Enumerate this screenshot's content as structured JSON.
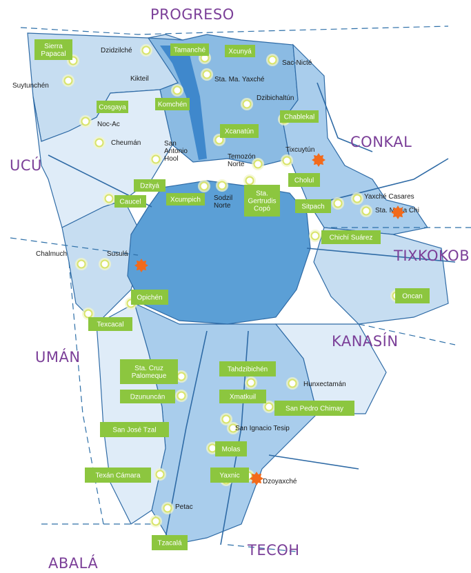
{
  "municipalities": [
    {
      "id": "progreso",
      "label": "PROGRESO"
    },
    {
      "id": "conkal",
      "label": "CONKAL"
    },
    {
      "id": "ucu",
      "label": "UCÚ"
    },
    {
      "id": "tixkokob",
      "label": "TIXKOKOB"
    },
    {
      "id": "kanasin",
      "label": "KANASÍN"
    },
    {
      "id": "uman",
      "label": "UMÁN"
    },
    {
      "id": "abala",
      "label": "ABALÁ"
    },
    {
      "id": "tecoh",
      "label": "TECOH"
    }
  ],
  "localities_highlighted": [
    {
      "id": "sierra-papacal",
      "lines": [
        "Sierra",
        "Papacal"
      ]
    },
    {
      "id": "tamanche",
      "lines": [
        "Tamanché"
      ]
    },
    {
      "id": "xcunya",
      "lines": [
        "Xcunyá"
      ]
    },
    {
      "id": "cosgaya",
      "lines": [
        "Cosgaya"
      ]
    },
    {
      "id": "komchen",
      "lines": [
        "Komchén"
      ]
    },
    {
      "id": "chablekal",
      "lines": [
        "Chablekal"
      ]
    },
    {
      "id": "xcanatun",
      "lines": [
        "Xcanatún"
      ]
    },
    {
      "id": "dzitya",
      "lines": [
        "Dzityá"
      ]
    },
    {
      "id": "caucel",
      "lines": [
        "Caucel"
      ]
    },
    {
      "id": "xcumpich",
      "lines": [
        "Xcumpich"
      ]
    },
    {
      "id": "sta-gertrudis-copo",
      "lines": [
        "Sta.",
        "Gertrudis",
        "Copó"
      ]
    },
    {
      "id": "cholul",
      "lines": [
        "Cholul"
      ]
    },
    {
      "id": "sitpach",
      "lines": [
        "Sitpach"
      ]
    },
    {
      "id": "chichi-suarez",
      "lines": [
        "Chichí Suárez"
      ]
    },
    {
      "id": "opichen",
      "lines": [
        "Opichén"
      ]
    },
    {
      "id": "oncan",
      "lines": [
        "Oncan"
      ]
    },
    {
      "id": "texcacal",
      "lines": [
        "Texcacal"
      ]
    },
    {
      "id": "sta-cruz-palomeque",
      "lines": [
        "Sta. Cruz",
        "Palomeque"
      ]
    },
    {
      "id": "tahdzibichen",
      "lines": [
        "Tahdzibichén"
      ]
    },
    {
      "id": "dzununcan",
      "lines": [
        "Dzununcán"
      ]
    },
    {
      "id": "xmatkuil",
      "lines": [
        "Xmatkuil"
      ]
    },
    {
      "id": "san-pedro-chimay",
      "lines": [
        "San Pedro Chimay"
      ]
    },
    {
      "id": "san-jose-tzal",
      "lines": [
        "San José Tzal"
      ]
    },
    {
      "id": "molas",
      "lines": [
        "Molas"
      ]
    },
    {
      "id": "texan-camara",
      "lines": [
        "Texán Cámara"
      ]
    },
    {
      "id": "yaxnic",
      "lines": [
        "Yaxnic"
      ]
    },
    {
      "id": "tzacala",
      "lines": [
        "Tzacalá"
      ]
    }
  ],
  "localities_plain": [
    {
      "id": "dzidzilche",
      "lines": [
        "Dzidzilché"
      ]
    },
    {
      "id": "kikteil",
      "lines": [
        "Kikteil"
      ]
    },
    {
      "id": "sac-nicte",
      "lines": [
        "Sac-Nicté"
      ]
    },
    {
      "id": "suytunchen",
      "lines": [
        "Suytunchén"
      ]
    },
    {
      "id": "sta-ma-yaxche",
      "lines": [
        "Sta. Ma. Yaxché"
      ]
    },
    {
      "id": "dzibichaltun",
      "lines": [
        "Dzibichaltún"
      ]
    },
    {
      "id": "noc-ac",
      "lines": [
        "Noc-Ac"
      ]
    },
    {
      "id": "cheuman",
      "lines": [
        "Cheumán"
      ]
    },
    {
      "id": "san-antonio-hool",
      "lines": [
        "San",
        "Antonio",
        "Hool"
      ]
    },
    {
      "id": "tixcuytun",
      "lines": [
        "Tixcuytún"
      ]
    },
    {
      "id": "temozon-norte",
      "lines": [
        "Temozón",
        "Norte"
      ]
    },
    {
      "id": "sodzil-norte",
      "lines": [
        "Sodzil",
        "Norte"
      ]
    },
    {
      "id": "yaxche-casares",
      "lines": [
        "Yaxché Casares"
      ]
    },
    {
      "id": "sta-maria-chi",
      "lines": [
        "Sta. María Chi"
      ]
    },
    {
      "id": "chalmuch",
      "lines": [
        "Chalmuch"
      ]
    },
    {
      "id": "susula",
      "lines": [
        "Susulá"
      ]
    },
    {
      "id": "hunxectaman",
      "lines": [
        "Hunxectamán"
      ]
    },
    {
      "id": "san-ignacio-tesip",
      "lines": [
        "San Ignacio Tesip"
      ]
    },
    {
      "id": "dzoyaxche",
      "lines": [
        "Dzoyaxché"
      ]
    },
    {
      "id": "petac",
      "lines": [
        "Petac"
      ]
    }
  ],
  "colors": {
    "urban_core": "#5b9fd6",
    "zone_dark": "#8bbbe3",
    "zone_mid": "#a9cdec",
    "zone_light": "#c6ddf1",
    "zone_pale": "#dfecf8",
    "marker_green": "#8cc63f",
    "marker_star": "#f26a1b",
    "municipality_text": "#7b3f98"
  }
}
